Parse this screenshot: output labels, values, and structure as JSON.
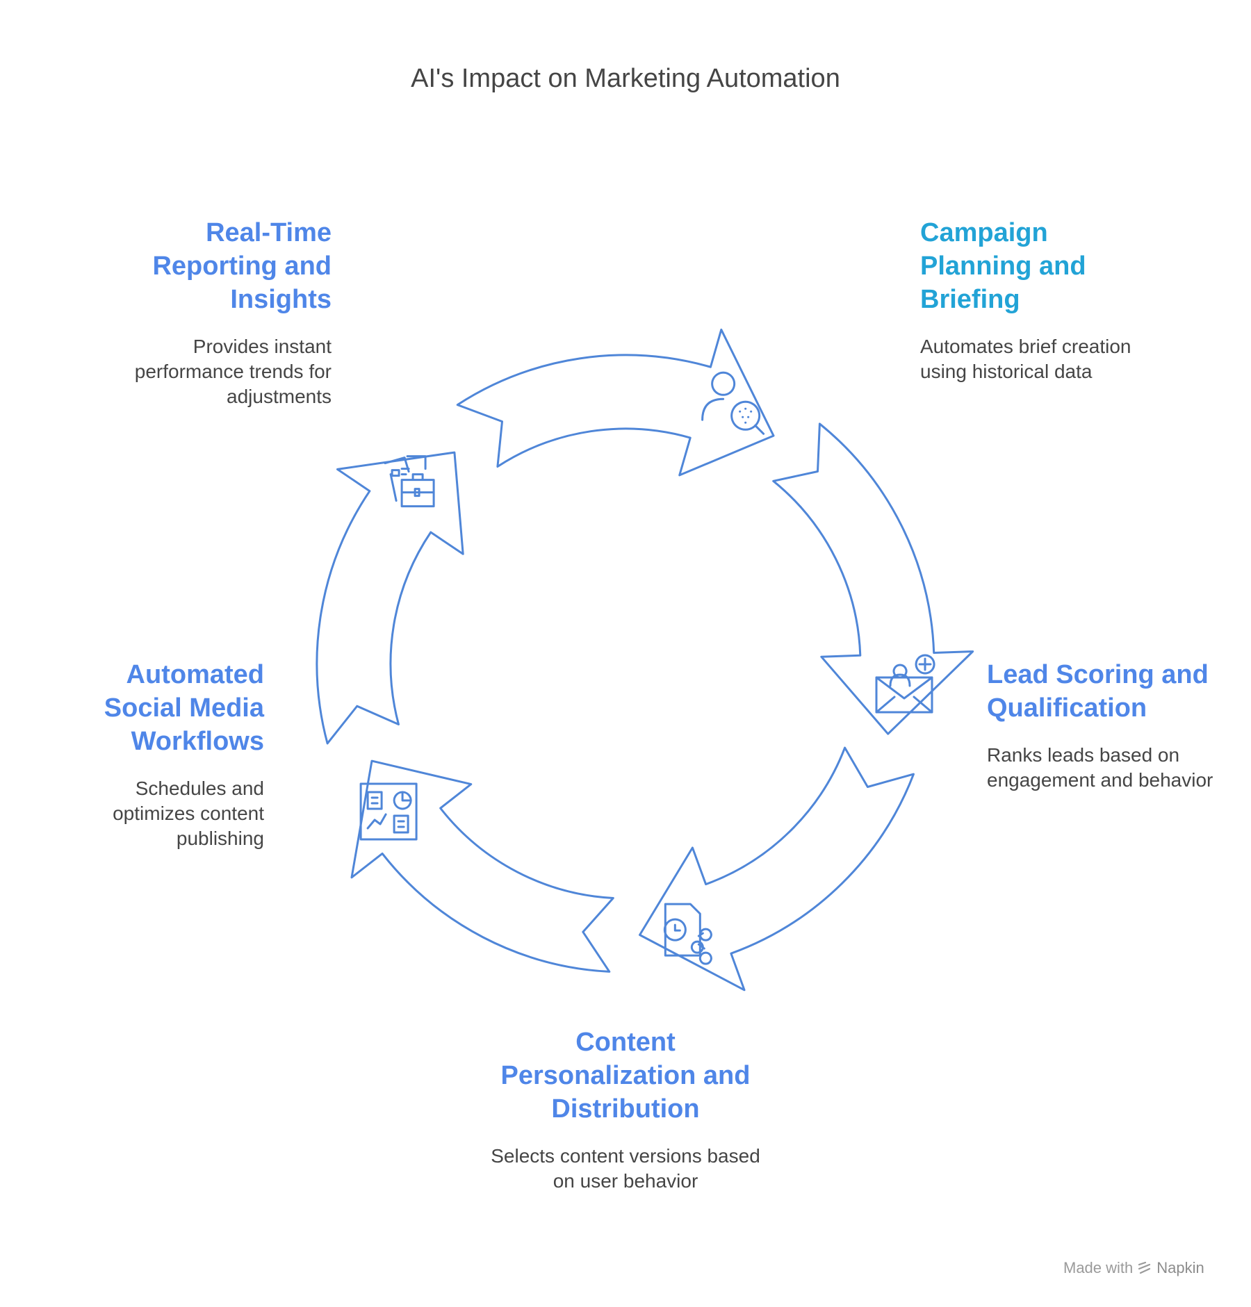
{
  "title": "AI's Impact on Marketing Automation",
  "colors": {
    "outline": "#4f86d8",
    "head_blue": "#4f86e8",
    "head_teal": "#22a3d6",
    "text": "#454545"
  },
  "stages": [
    {
      "id": "reporting",
      "head": "Real-Time Reporting and Insights",
      "desc": "Provides instant performance trends for adjustments",
      "icon": "dashboard-icon"
    },
    {
      "id": "campaign",
      "head": "Campaign Planning and Briefing",
      "desc": "Automates brief creation using historical data",
      "icon": "briefcase-documents-icon"
    },
    {
      "id": "leads",
      "head": "Lead Scoring and Qualification",
      "desc": "Ranks leads based on engagement and behavior",
      "icon": "user-search-icon"
    },
    {
      "id": "content",
      "head": "Content Personalization and Distribution",
      "desc": "Selects content versions based on user behavior",
      "icon": "mail-user-add-icon"
    },
    {
      "id": "social",
      "head": "Automated Social Media Workflows",
      "desc": "Schedules and optimizes content publishing",
      "icon": "schedule-share-icon"
    }
  ],
  "footer": {
    "prefix": "Made with",
    "brand": "Napkin"
  }
}
